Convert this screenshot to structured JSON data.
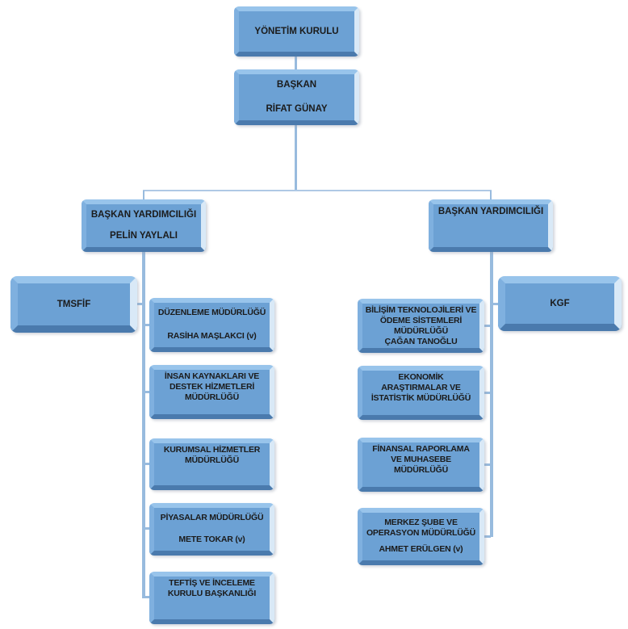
{
  "chart": {
    "type": "org-chart",
    "language": "tr"
  },
  "colors": {
    "box_fill": "#6CA1D4",
    "box_bevel_light": "#98C4EB",
    "box_bevel_dark": "#4A7AAD",
    "connector_vertical": "#98BBDE",
    "connector_horizontal": "#AFC9E5",
    "text": "#1B1B1B",
    "background": "#FFFFFF"
  },
  "nodes": {
    "yonetim_kurulu": {
      "title": [
        "YÖNETİM KURULU"
      ]
    },
    "baskan": {
      "title": [
        "BAŞKAN"
      ],
      "name": "RİFAT GÜNAY"
    },
    "baskan_yard_sol": {
      "title": [
        "BAŞKAN YARDIMCILIĞI"
      ],
      "name": "PELİN YAYLALI"
    },
    "baskan_yard_sag": {
      "title": [
        "BAŞKAN YARDIMCILIĞI"
      ]
    },
    "tmsfif": {
      "title": [
        "TMSFİF"
      ]
    },
    "kgf": {
      "title": [
        "KGF"
      ]
    },
    "duzenleme": {
      "title": [
        "DÜZENLEME MÜDÜRLÜĞÜ"
      ],
      "name": "RASİHA MAŞLAKCI (v)"
    },
    "insan_kaynaklari": {
      "title": [
        "İNSAN KAYNAKLARI VE",
        "DESTEK HİZMETLERİ",
        "MÜDÜRLÜĞÜ"
      ]
    },
    "kurumsal": {
      "title": [
        "KURUMSAL HİZMETLER",
        "MÜDÜRLÜĞÜ"
      ]
    },
    "piyasalar": {
      "title": [
        "PİYASALAR MÜDÜRLÜĞÜ"
      ],
      "name": "METE TOKAR (v)"
    },
    "teftis": {
      "title": [
        "TEFTİŞ VE İNCELEME",
        "KURULU BAŞKANLIĞI"
      ]
    },
    "bilisim": {
      "title": [
        "BİLİŞİM TEKNOLOJİLERİ  VE",
        "ÖDEME SİSTEMLERİ",
        "MÜDÜRLÜĞÜ"
      ],
      "name": "ÇAĞAN TANOĞLU"
    },
    "ekonomik": {
      "title": [
        "EKONOMİK",
        "ARAŞTIRMALAR VE",
        "İSTATİSTİK MÜDÜRLÜĞÜ"
      ]
    },
    "finansal": {
      "title": [
        "FİNANSAL RAPORLAMA",
        "VE MUHASEBE",
        "MÜDÜRLÜĞÜ"
      ]
    },
    "merkez_sube": {
      "title": [
        "MERKEZ ŞUBE VE",
        "OPERASYON MÜDÜRLÜĞÜ"
      ],
      "name": "AHMET ERÜLGEN (v)"
    }
  }
}
